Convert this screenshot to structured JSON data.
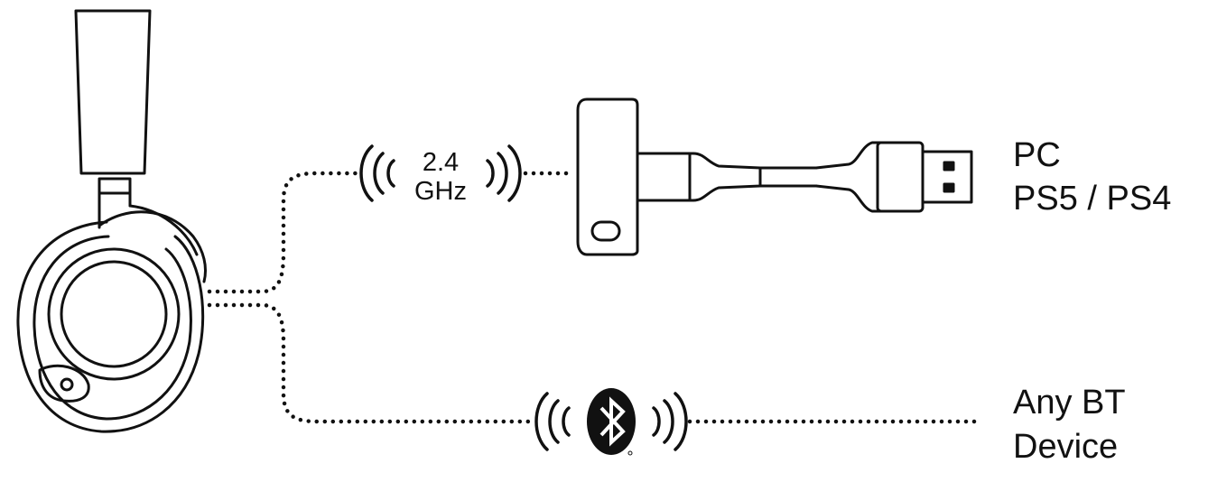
{
  "diagram": {
    "colors": {
      "stroke": "#111111",
      "background": "#ffffff"
    },
    "wireless_label": {
      "line1": "2.4",
      "line2": "GHz"
    },
    "pc_targets": {
      "line1": "PC",
      "line2": "PS5 / PS4"
    },
    "bt_target": {
      "line1": "Any BT",
      "line2": "Device"
    },
    "icons": {
      "headset": "headset-icon",
      "dongle": "usb-dongle-icon",
      "bluetooth": "bluetooth-icon",
      "signal": "wireless-signal-icon"
    }
  }
}
